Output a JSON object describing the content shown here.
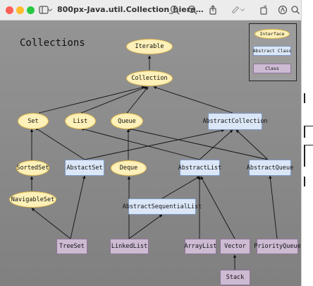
{
  "window": {
    "title": "800px-Java.util.Collection_hiera…",
    "toolbar_icons": [
      "sidebar-toggle-icon",
      "chevron-down-icon",
      "zoom-out-icon",
      "zoom-in-icon",
      "share-icon",
      "markup-pen-icon",
      "chevron-down-icon",
      "rotate-icon",
      "annotate-icon",
      "search-icon"
    ]
  },
  "diagram": {
    "title": "Collections",
    "legend": {
      "interface": "Interface",
      "abstract_class": "Abstract Class",
      "class": "Class"
    },
    "nodes": {
      "iterable": "Iterable",
      "collection": "Collection",
      "set": "Set",
      "list": "List",
      "queue": "Queue",
      "abstract_collection": "AbstractCollection",
      "sorted_set": "SortedSet",
      "abstract_set": "AbstactSet",
      "deque": "Deque",
      "abstract_list": "AbstractList",
      "abstract_queue": "AbstractQueue",
      "navigable_set": "NavigableSet",
      "abstract_sequential_list": "AbstractSequentialList",
      "tree_set": "TreeSet",
      "linked_list": "LinkedList",
      "array_list": "ArrayList",
      "vector": "Vector",
      "priority_queue": "PriorityQueue",
      "stack": "Stack"
    }
  },
  "colors": {
    "interface_fill": "#fdf0b8",
    "abstract_fill": "#dbe7f7",
    "class_fill": "#cdbad3",
    "canvas_bg": "#8c8c8c"
  }
}
